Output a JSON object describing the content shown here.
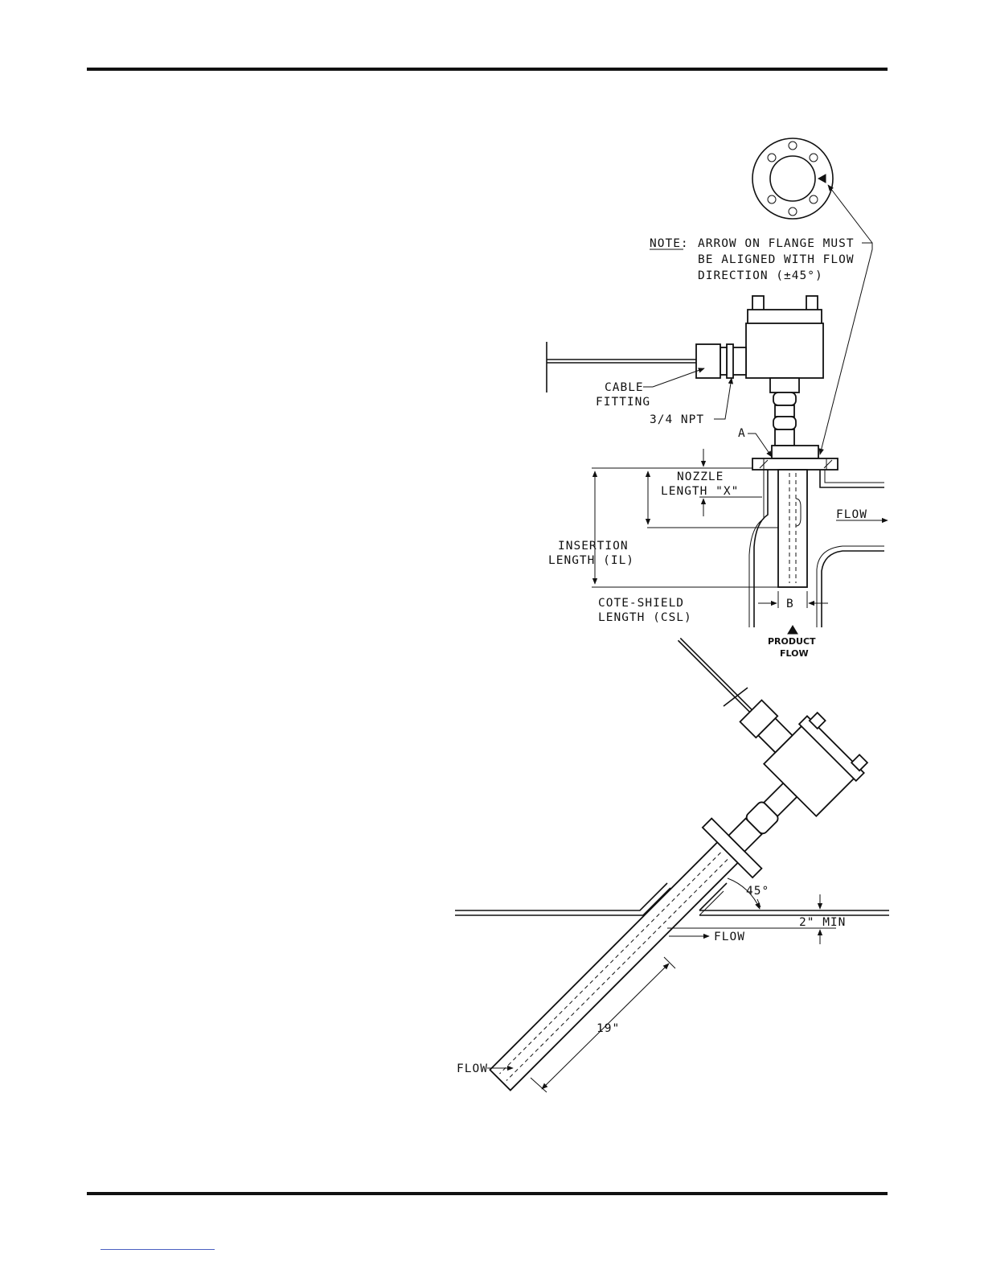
{
  "top_figure": {
    "note_label": "NOTE:",
    "note_lines": [
      "ARROW ON FLANGE MUST",
      "BE ALIGNED WITH FLOW",
      "DIRECTION (±45°)"
    ],
    "cable_fitting": [
      "CABLE",
      "FITTING"
    ],
    "npt": "3/4 NPT",
    "label_a": "A",
    "nozzle_length": [
      "NOZZLE",
      "LENGTH \"X\""
    ],
    "flow": "FLOW",
    "insertion_length": [
      "INSERTION",
      "LENGTH (IL)"
    ],
    "cote_shield": [
      "COTE-SHIELD",
      "LENGTH (CSL)"
    ],
    "label_b": "B",
    "product_flow": [
      "PRODUCT",
      "FLOW"
    ]
  },
  "bottom_figure": {
    "angle": "45°",
    "min_clearance": "2\" MIN",
    "flow_right": "FLOW",
    "length": "19\"",
    "flow_left": "FLOW"
  }
}
